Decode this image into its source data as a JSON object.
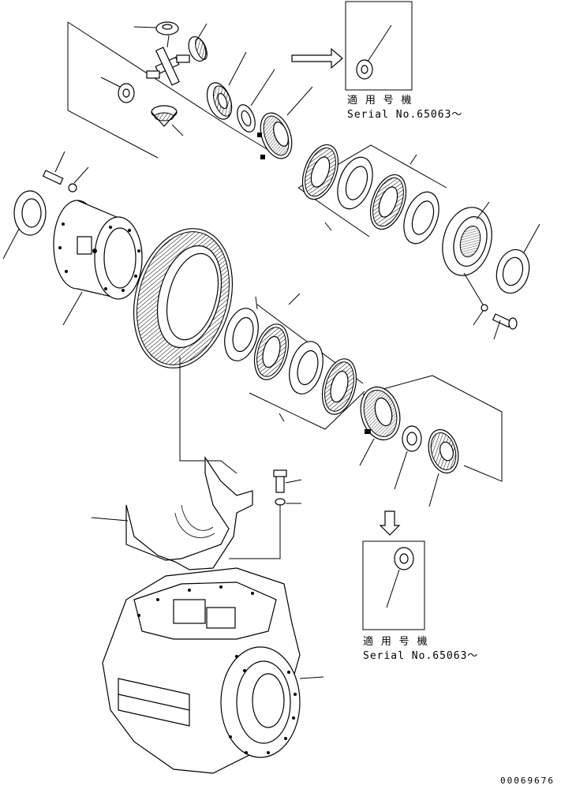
{
  "callouts": [
    {
      "title": "適 用 号 機",
      "serial": "Serial No.65063～"
    },
    {
      "title": "適 用 号 機",
      "serial": "Serial No.65063～"
    }
  ],
  "drawing_code": "00069676"
}
